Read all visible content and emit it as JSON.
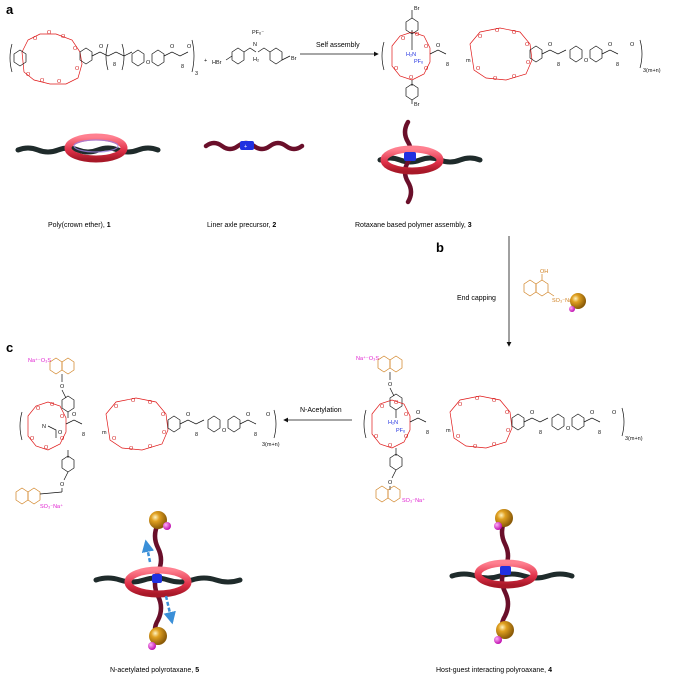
{
  "panels": {
    "a": "a",
    "b": "b",
    "c": "c"
  },
  "captions": {
    "polymer1": {
      "text": "Poly(crown ether), ",
      "num": "1"
    },
    "axle2": {
      "text": "Liner axle precursor, ",
      "num": "2"
    },
    "assembly3": {
      "text": "Rotaxane based polymer assembly, ",
      "num": "3"
    },
    "polyrotaxane4": {
      "text": "Host-guest interacting polyroaxane, ",
      "num": "4"
    },
    "polyrotaxane5": {
      "text": "N-acetylated polyrotaxane, ",
      "num": "5"
    }
  },
  "arrows": {
    "self_assembly": "Self assembly",
    "end_capping": "End capping",
    "n_acetylation": "N-Acetylation"
  },
  "chem_labels": {
    "plus": "+",
    "hbr": "HBr",
    "br": "Br",
    "pf6_minus": "PF₆⁻",
    "nh2": "N",
    "h2": "H₂",
    "pf6": "PF₆",
    "h2n": "H₂N",
    "o": "O",
    "oh": "OH",
    "n": "N",
    "sulfonate": "SO₃⁻Na⁺",
    "sulfonate_left": "Na⁺⁻O₃S",
    "sub_3": "3",
    "sub_8": "8",
    "sub_m": "m",
    "sub_3mn": "3(m+n)",
    "charge_plus": "+"
  },
  "colors": {
    "crown_ether": "#e01818",
    "axle": "#6a0f2a",
    "backbone": "#1f2b2b",
    "ring": "#e04a5a",
    "ammonium": "#2030e0",
    "naphthalene": "#d08020",
    "stopper_ball": "#d9920f",
    "sodium": "#e020d0",
    "shuttle_arrow": "#3a8fd8"
  }
}
